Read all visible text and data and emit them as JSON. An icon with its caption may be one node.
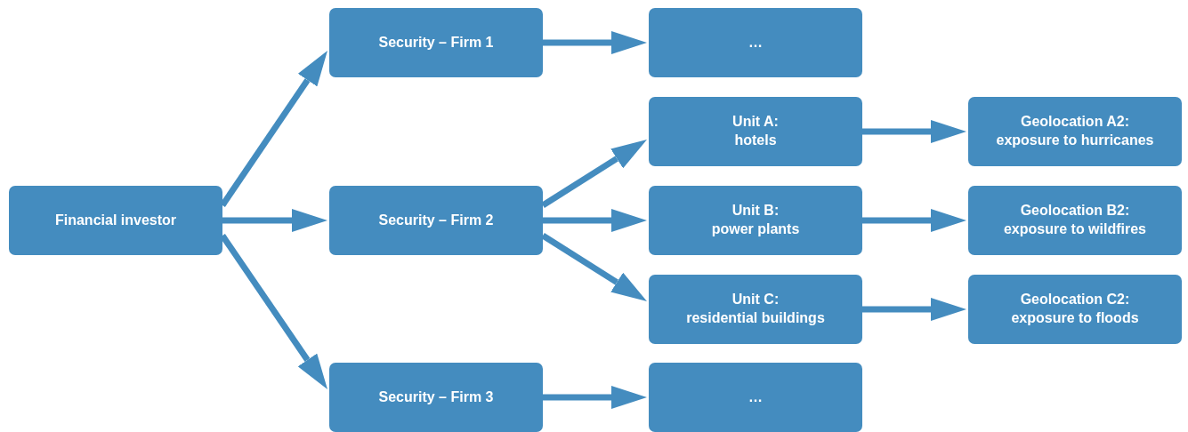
{
  "diagram": {
    "nodes": [
      {
        "text": [
          "Financial investor"
        ]
      },
      {
        "text": [
          "Security – Firm 1"
        ]
      },
      {
        "text": [
          "Security – Firm 2"
        ]
      },
      {
        "text": [
          "Security – Firm 3"
        ]
      },
      {
        "text": [
          "…"
        ]
      },
      {
        "text": [
          "Unit A:",
          "hotels"
        ]
      },
      {
        "text": [
          "Unit B:",
          "power plants"
        ]
      },
      {
        "text": [
          "Unit C:",
          "residential buildings"
        ]
      },
      {
        "text": [
          "…"
        ]
      },
      {
        "text": [
          "Geolocation A2:",
          "exposure to hurricanes"
        ]
      },
      {
        "text": [
          "Geolocation B2:",
          "exposure to wildfires"
        ]
      },
      {
        "text": [
          "Geolocation C2:",
          "exposure to floods"
        ]
      }
    ],
    "edges": [
      {
        "from": 0,
        "to": 1,
        "arrow": "to"
      },
      {
        "from": 0,
        "to": 2,
        "arrow": "to"
      },
      {
        "from": 0,
        "to": 3,
        "arrow": "to"
      },
      {
        "from": 1,
        "to": 4,
        "arrow": "to"
      },
      {
        "from": 2,
        "to": 5,
        "arrow": "to"
      },
      {
        "from": 2,
        "to": 6,
        "arrow": "to"
      },
      {
        "from": 2,
        "to": 7,
        "arrow": "to"
      },
      {
        "from": 3,
        "to": 8,
        "arrow": "to"
      },
      {
        "from": 5,
        "to": 9,
        "arrow": "to"
      },
      {
        "from": 6,
        "to": 10,
        "arrow": "to"
      },
      {
        "from": 7,
        "to": 11,
        "arrow": "to"
      }
    ]
  }
}
